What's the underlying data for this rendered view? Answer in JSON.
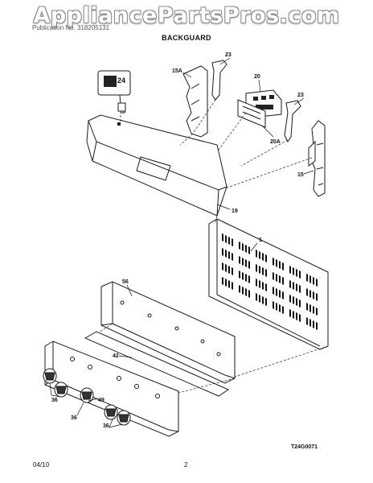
{
  "watermark": "AppliancePartsPros.com",
  "header": {
    "publication_note": "Publication No. 318205131",
    "section_title": "BACKGUARD"
  },
  "callouts": [
    {
      "id": "c24",
      "label": "24"
    },
    {
      "id": "c15A",
      "label": "15A"
    },
    {
      "id": "c23a",
      "label": "23"
    },
    {
      "id": "c20",
      "label": "20"
    },
    {
      "id": "c23b",
      "label": "23"
    },
    {
      "id": "c20A",
      "label": "20A"
    },
    {
      "id": "c15",
      "label": "15"
    },
    {
      "id": "c19",
      "label": "19"
    },
    {
      "id": "c1",
      "label": "1"
    },
    {
      "id": "c56",
      "label": "56"
    },
    {
      "id": "c42",
      "label": "42"
    },
    {
      "id": "c36a",
      "label": "36"
    },
    {
      "id": "c49",
      "label": "49"
    },
    {
      "id": "c36b",
      "label": "36"
    },
    {
      "id": "c36c",
      "label": "36"
    }
  ],
  "footer": {
    "drawing_code": "T24G0071",
    "date": "04/10",
    "page_number": "2"
  }
}
